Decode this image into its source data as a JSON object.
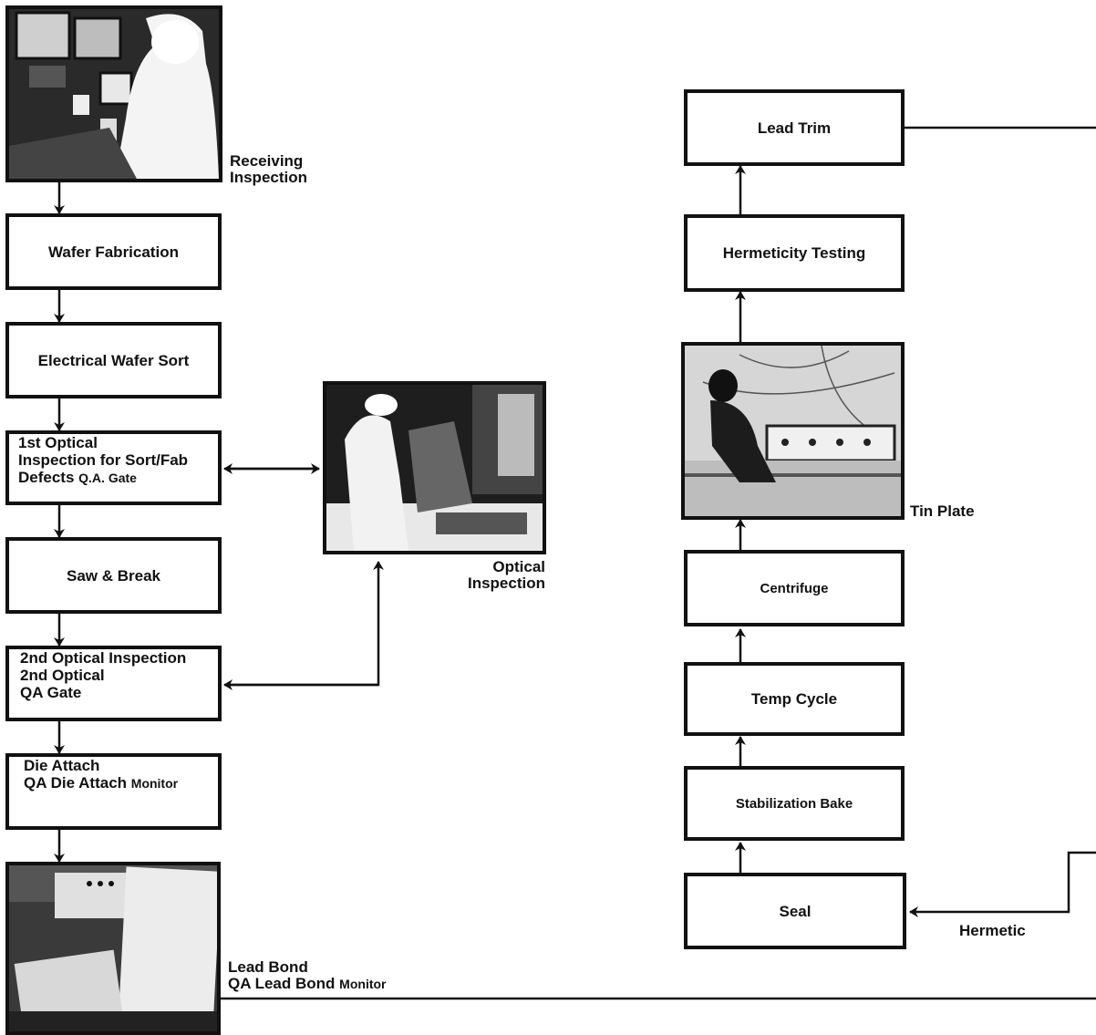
{
  "boxes": {
    "wafer_fabrication": "Wafer Fabrication",
    "electrical_wafer_sort": "Electrical Wafer Sort",
    "first_optical_line1": "1st Optical",
    "first_optical_line2": "Inspection for Sort/Fab",
    "first_optical_line3": "Defects",
    "first_optical_gate": "Q.A. Gate",
    "saw_break": "Saw & Break",
    "second_optical_line1": "2nd Optical Inspection",
    "second_optical_line2": "2nd Optical",
    "second_optical_line3": "QA Gate",
    "die_attach_line1": "Die Attach",
    "die_attach_line2": "QA Die Attach",
    "die_attach_monitor": "Monitor",
    "lead_trim": "Lead Trim",
    "hermeticity_testing": "Hermeticity Testing",
    "centrifuge": "Centrifuge",
    "temp_cycle": "Temp Cycle",
    "stabilization_bake": "Stabilization Bake",
    "seal": "Seal"
  },
  "labels": {
    "receiving_1": "Receiving",
    "receiving_2": "Inspection",
    "optical_1": "Optical",
    "optical_2": "Inspection",
    "tin_plate": "Tin Plate",
    "hermetic": "Hermetic",
    "lead_bond_1": "Lead Bond",
    "lead_bond_2": "QA Lead Bond",
    "lead_bond_monitor": "Monitor"
  }
}
